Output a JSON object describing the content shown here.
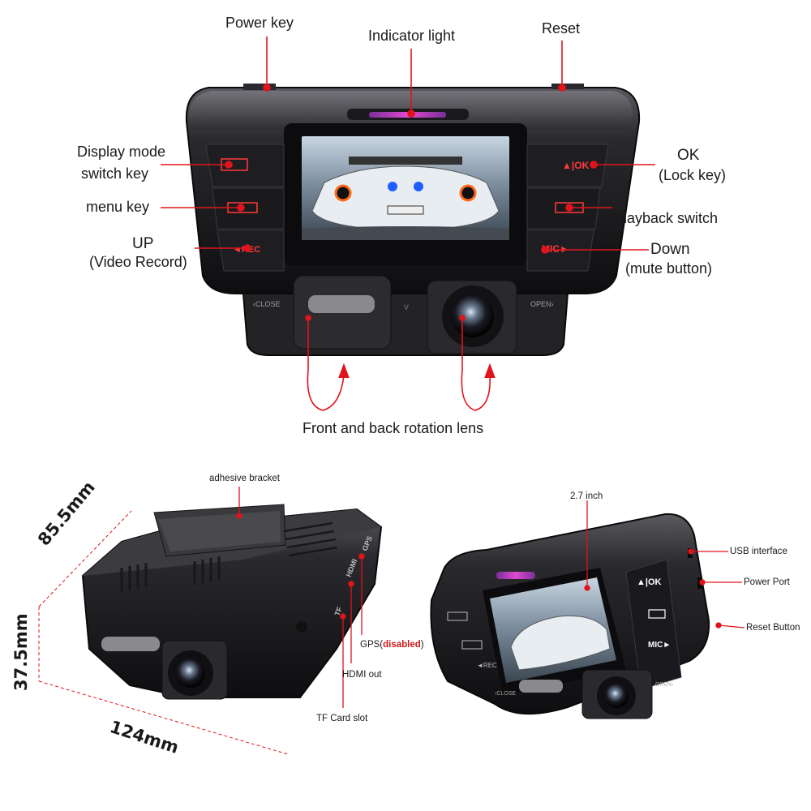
{
  "top_view": {
    "power_key": "Power key",
    "indicator_light": "Indicator light",
    "reset": "Reset",
    "display_mode_line1": "Display mode",
    "display_mode_line2": "switch key",
    "menu_key": "menu key",
    "up_line1": "UP",
    "up_line2": "(Video Record)",
    "ok_line1": "OK",
    "ok_line2": "(Lock key)",
    "playback_switch": "Playback switch",
    "down_line1": "Down",
    "down_line2": "(mute button)",
    "rotation_lens": "Front and back rotation lens",
    "button_ok": "▲|OK",
    "button_rec": "◄REC",
    "button_mic": "MIC►",
    "close_label": "‹CLOSE",
    "open_label": "OPEN›"
  },
  "bottom_left_view": {
    "adhesive_bracket": "adhesive bracket",
    "dim_length": "85.5mm",
    "dim_height": "37.5mm",
    "dim_width": "124mm",
    "gps_prefix": "GPS(",
    "gps_status": "disabled",
    "gps_suffix": ")",
    "hdmi_out": "HDMI out",
    "tf_card_slot": "TF Card slot"
  },
  "bottom_right_view": {
    "screen_size": "2.7 inch",
    "usb_interface": "USB interface",
    "power_port": "Power Port",
    "reset_button": "Reset Button",
    "button_ok": "▲|OK",
    "button_mic": "MIC►",
    "button_rec": "◄REC",
    "close_label": "‹CLOSE",
    "open_label": "OPEN›"
  },
  "colors": {
    "leader_line": "#e0141c",
    "body_dark": "#1b1b1d",
    "body_mid": "#3a3a3e",
    "indicator": "#c23cc8"
  }
}
